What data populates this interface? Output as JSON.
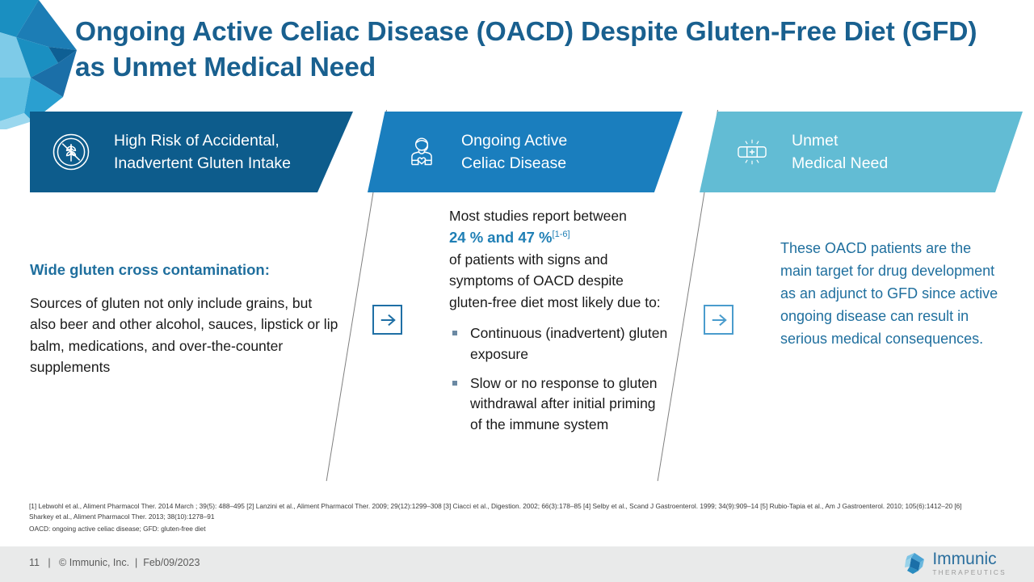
{
  "title": "Ongoing Active Celiac Disease (OACD) Despite Gluten-Free Diet (GFD) as Unmet Medical Need",
  "colors": {
    "title_blue": "#19608f",
    "banner_dark": "#0d5c8c",
    "banner_mid": "#1a7ebe",
    "banner_light": "#62bcd4",
    "accent_blue": "#1f7fb5",
    "body_text": "#1a1a1a",
    "footer_bg": "#e9eaea"
  },
  "banners": [
    {
      "icon": "no-gluten-wheat-icon",
      "label": "High Risk of Accidental,\nInadvertent Gluten Intake"
    },
    {
      "icon": "patient-heart-icon",
      "label": "Ongoing Active\nCeliac Disease"
    },
    {
      "icon": "bandage-plus-icon",
      "label": "Unmet\nMedical Need"
    }
  ],
  "columns": {
    "left": {
      "heading": "Wide gluten cross contamination:",
      "body": "Sources of gluten not only include grains, but also beer and other alcohol, sauces, lipstick or lip balm, medications, and over-the-counter supplements"
    },
    "middle": {
      "lead_before": "Most studies report between",
      "highlight": "24 % and 47 %",
      "highlight_sup": "[1-6]",
      "lead_after": "of patients with signs and symptoms of OACD despite gluten-free diet most likely due to:",
      "bullets": [
        "Continuous (inadvertent) gluten exposure",
        "Slow or no response to gluten withdrawal after initial priming of the immune system"
      ]
    },
    "right": {
      "body": "These OACD patients are the main target for drug development as an adjunct to GFD since active ongoing disease can result in serious medical consequences."
    }
  },
  "connectors": [
    {
      "name": "arrow-connector-1",
      "glyph": "arrow-right-icon"
    },
    {
      "name": "arrow-connector-2",
      "glyph": "arrow-right-icon"
    }
  ],
  "footnotes": {
    "references": "[1] Lebwohl et al., Aliment Pharmacol Ther. 2014 March ; 39(5): 488–495 [2] Lanzini et al., Aliment Pharmacol Ther. 2009; 29(12):1299–308 [3] Ciacci et al., Digestion. 2002; 66(3):178–85 [4] Selby et al., Scand J Gastroenterol. 1999; 34(9):909–14 [5] Rubio-Tapia et al., Am J Gastroenterol. 2010; 105(6):1412–20 [6] Sharkey et al., Aliment Pharmacol Ther. 2013; 38(10):1278–91",
    "abbreviations": "OACD: ongoing active celiac disease; GFD: gluten-free diet"
  },
  "footer": {
    "meta": "11   |   © Immunic, Inc.  |  Feb/09/2023",
    "logo_word": "Immunic",
    "logo_sub": "THERAPEUTICS"
  }
}
